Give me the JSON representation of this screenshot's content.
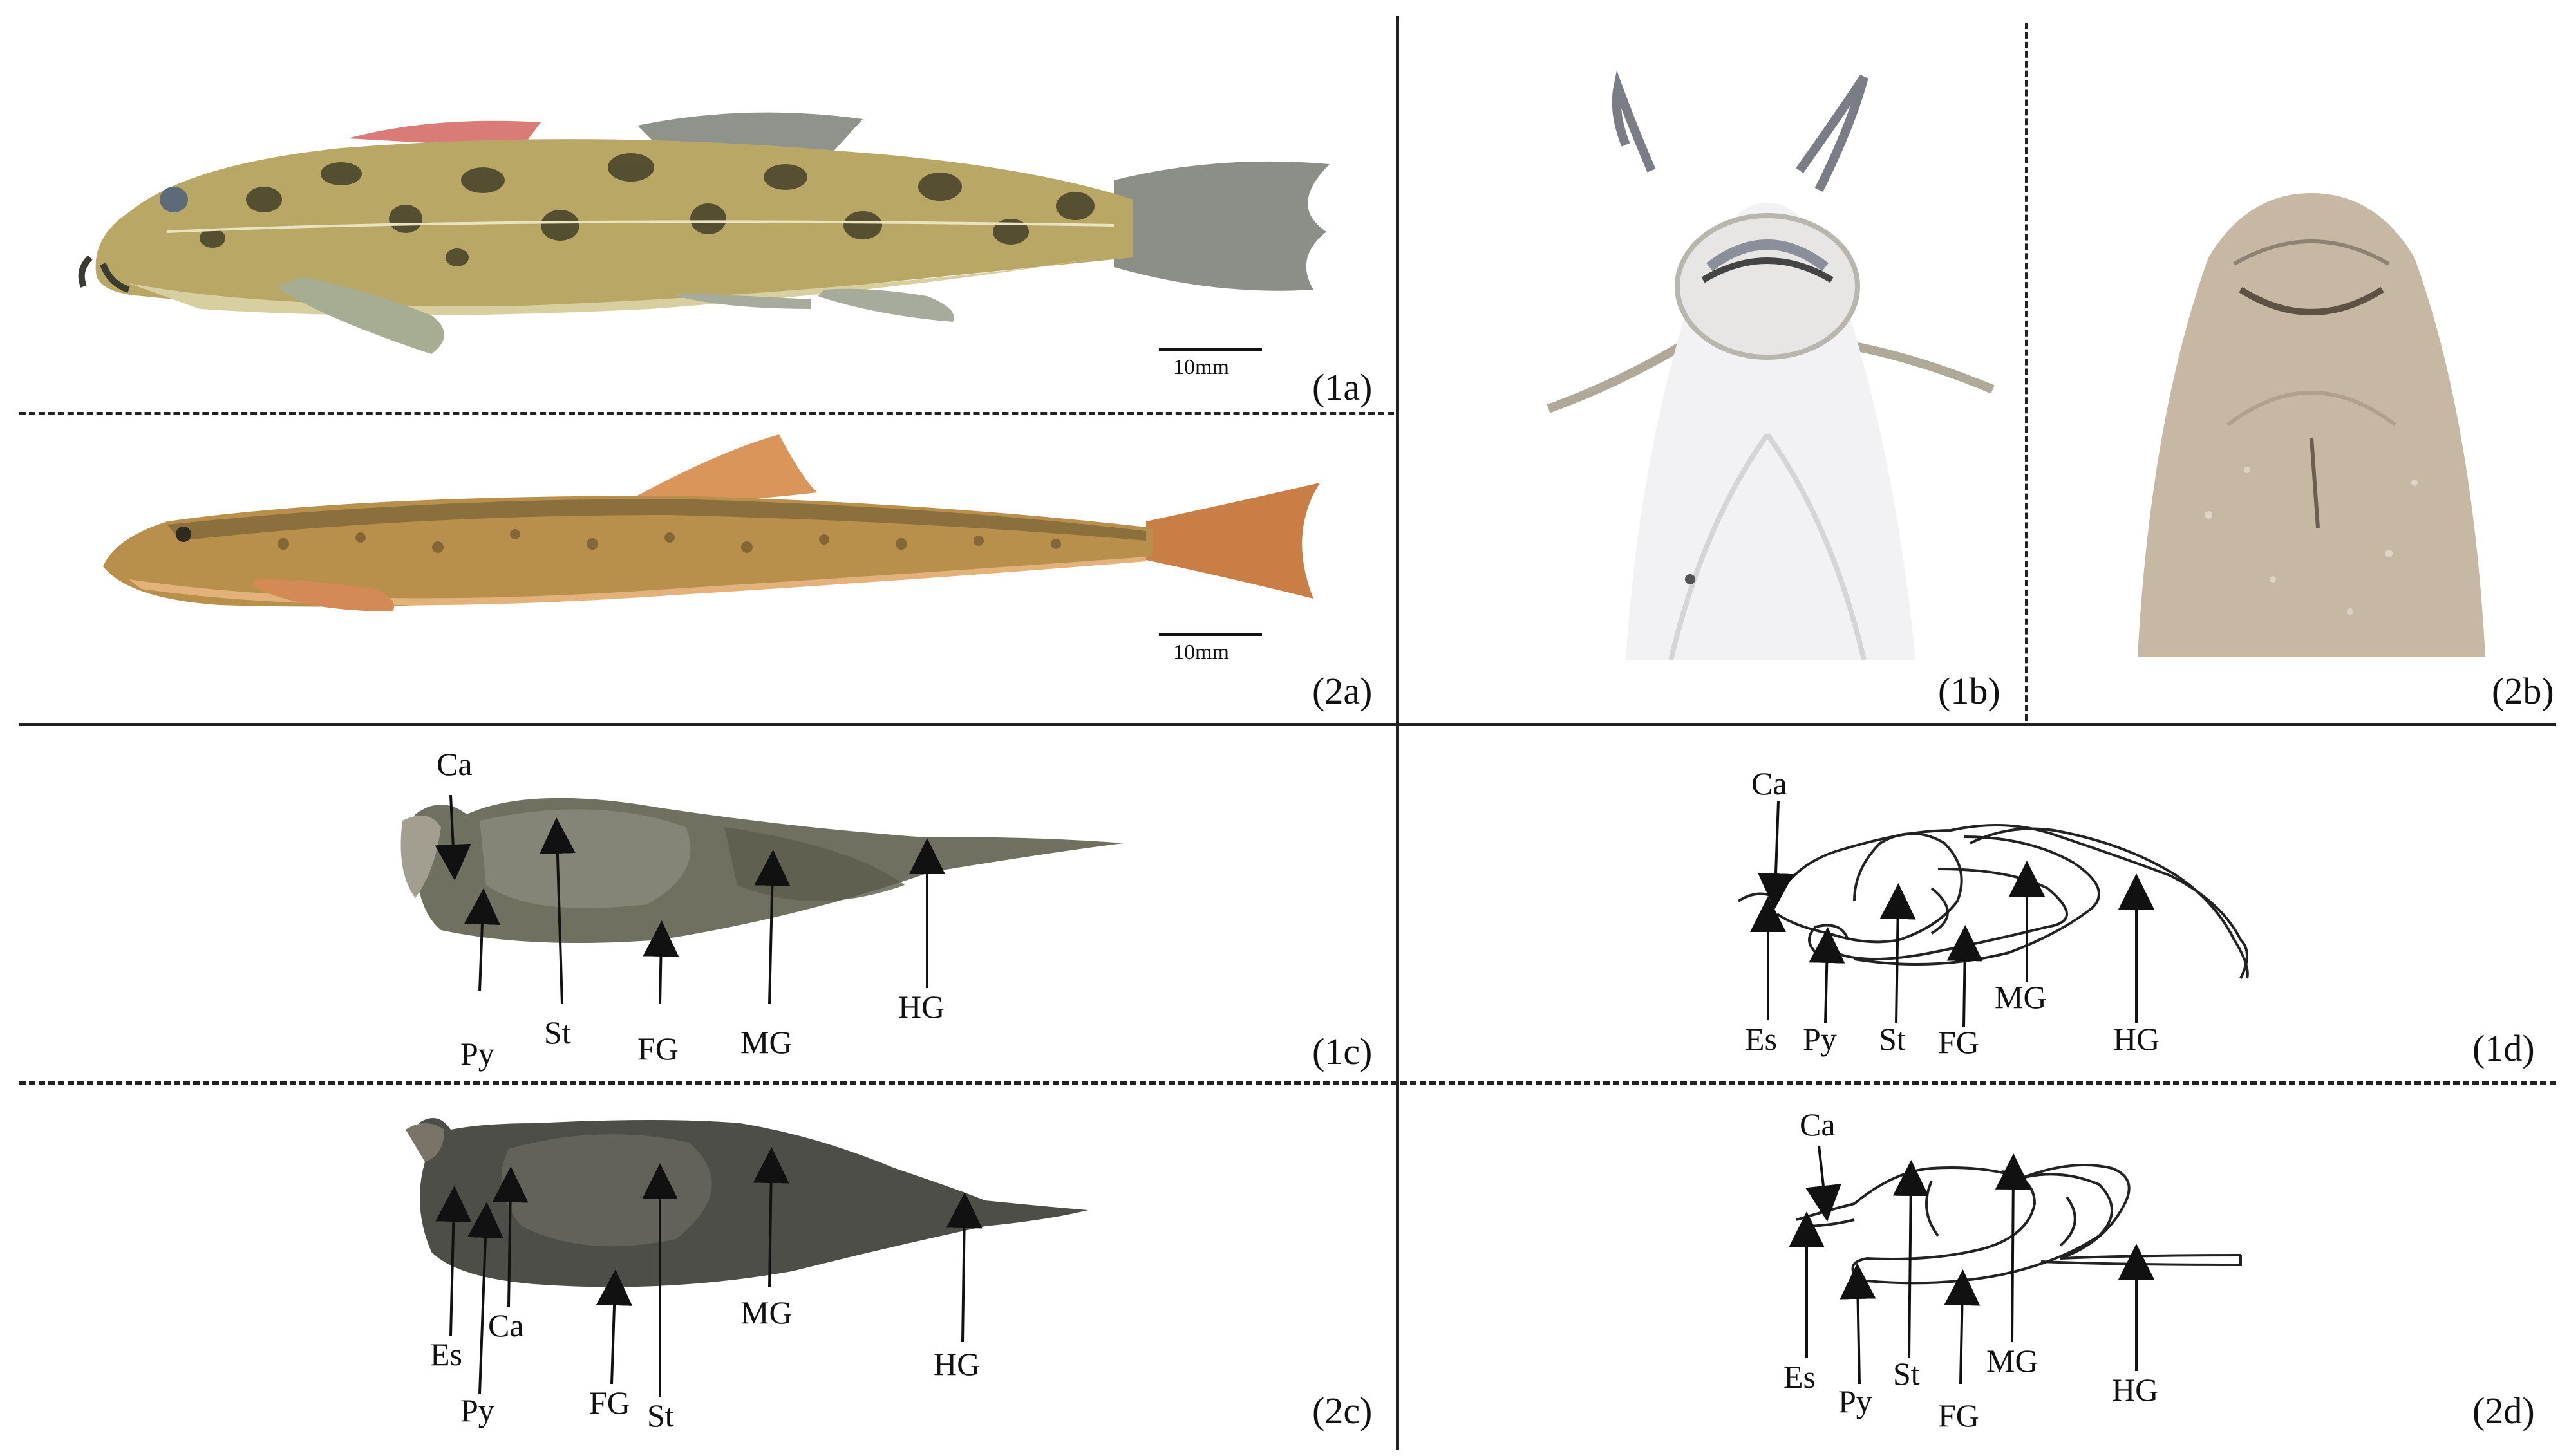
{
  "panels": {
    "p1a": "(1a)",
    "p2a": "(2a)",
    "p1b": "(1b)",
    "p2b": "(2b)",
    "p1c": "(1c)",
    "p1d": "(1d)",
    "p2c": "(2c)",
    "p2d": "(2d)"
  },
  "scale": {
    "label_1a": "10mm",
    "label_2a": "10mm"
  },
  "labels_1c": {
    "ca": "Ca",
    "py": "Py",
    "st": "St",
    "fg": "FG",
    "mg": "MG",
    "hg": "HG"
  },
  "labels_1d": {
    "ca": "Ca",
    "es": "Es",
    "py": "Py",
    "st": "St",
    "fg": "FG",
    "mg": "MG",
    "hg": "HG"
  },
  "labels_2c": {
    "es": "Es",
    "py": "Py",
    "ca": "Ca",
    "fg": "FG",
    "st": "St",
    "mg": "MG",
    "hg": "HG"
  },
  "labels_2d": {
    "ca": "Ca",
    "es": "Es",
    "py": "Py",
    "st": "St",
    "fg": "FG",
    "mg": "MG",
    "hg": "HG"
  },
  "colors": {
    "fish_1a_body": "#b9a766",
    "fish_1a_spots": "#3d3a24",
    "fish_2a_body": "#b98f4c",
    "fin_2a": "#d9955a",
    "mouth_1b": "#f2f2f4",
    "head_2b": "#c7b8a4",
    "gut_1c": "#6f7060",
    "gut_2c": "#4e4e48",
    "sketch": "#222222"
  }
}
